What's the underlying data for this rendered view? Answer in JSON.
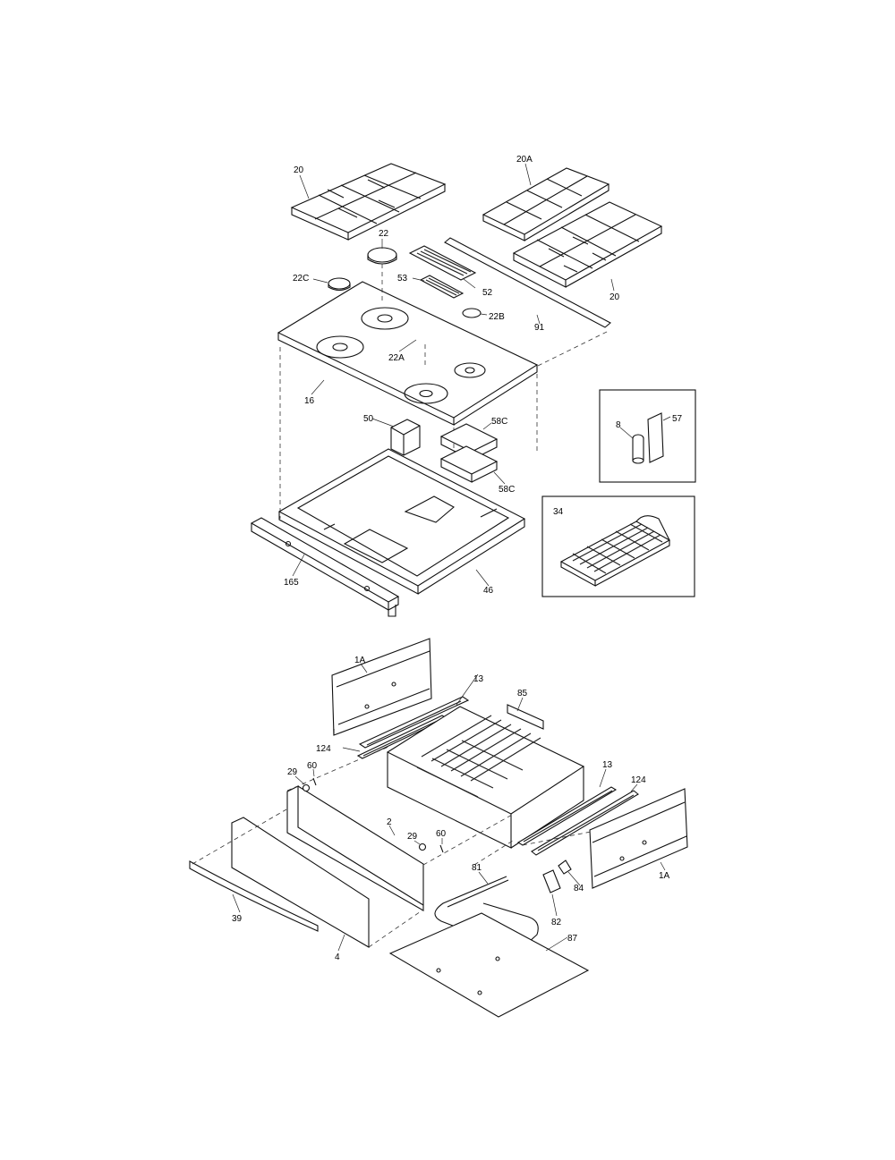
{
  "labels": {
    "p20a": "20",
    "p20A": "20A",
    "p22": "22",
    "p22C": "22C",
    "p53": "53",
    "p52": "52",
    "p22B": "22B",
    "p91": "91",
    "p20b": "20",
    "p22A": "22A",
    "p16": "16",
    "p50": "50",
    "p58C_top": "58C",
    "p58C_bot": "58C",
    "p165": "165",
    "p46": "46",
    "p8": "8",
    "p57": "57",
    "p34": "34",
    "p1A_left": "1A",
    "p13_left": "13",
    "p85": "85",
    "p124_left": "124",
    "p29_left": "29",
    "p60_left": "60",
    "p13_right": "13",
    "p124_right": "124",
    "p2": "2",
    "p29_right": "29",
    "p60_right": "60",
    "p81": "81",
    "p84": "84",
    "p1A_right": "1A",
    "p39": "39",
    "p82": "82",
    "p87": "87",
    "p4": "4"
  }
}
